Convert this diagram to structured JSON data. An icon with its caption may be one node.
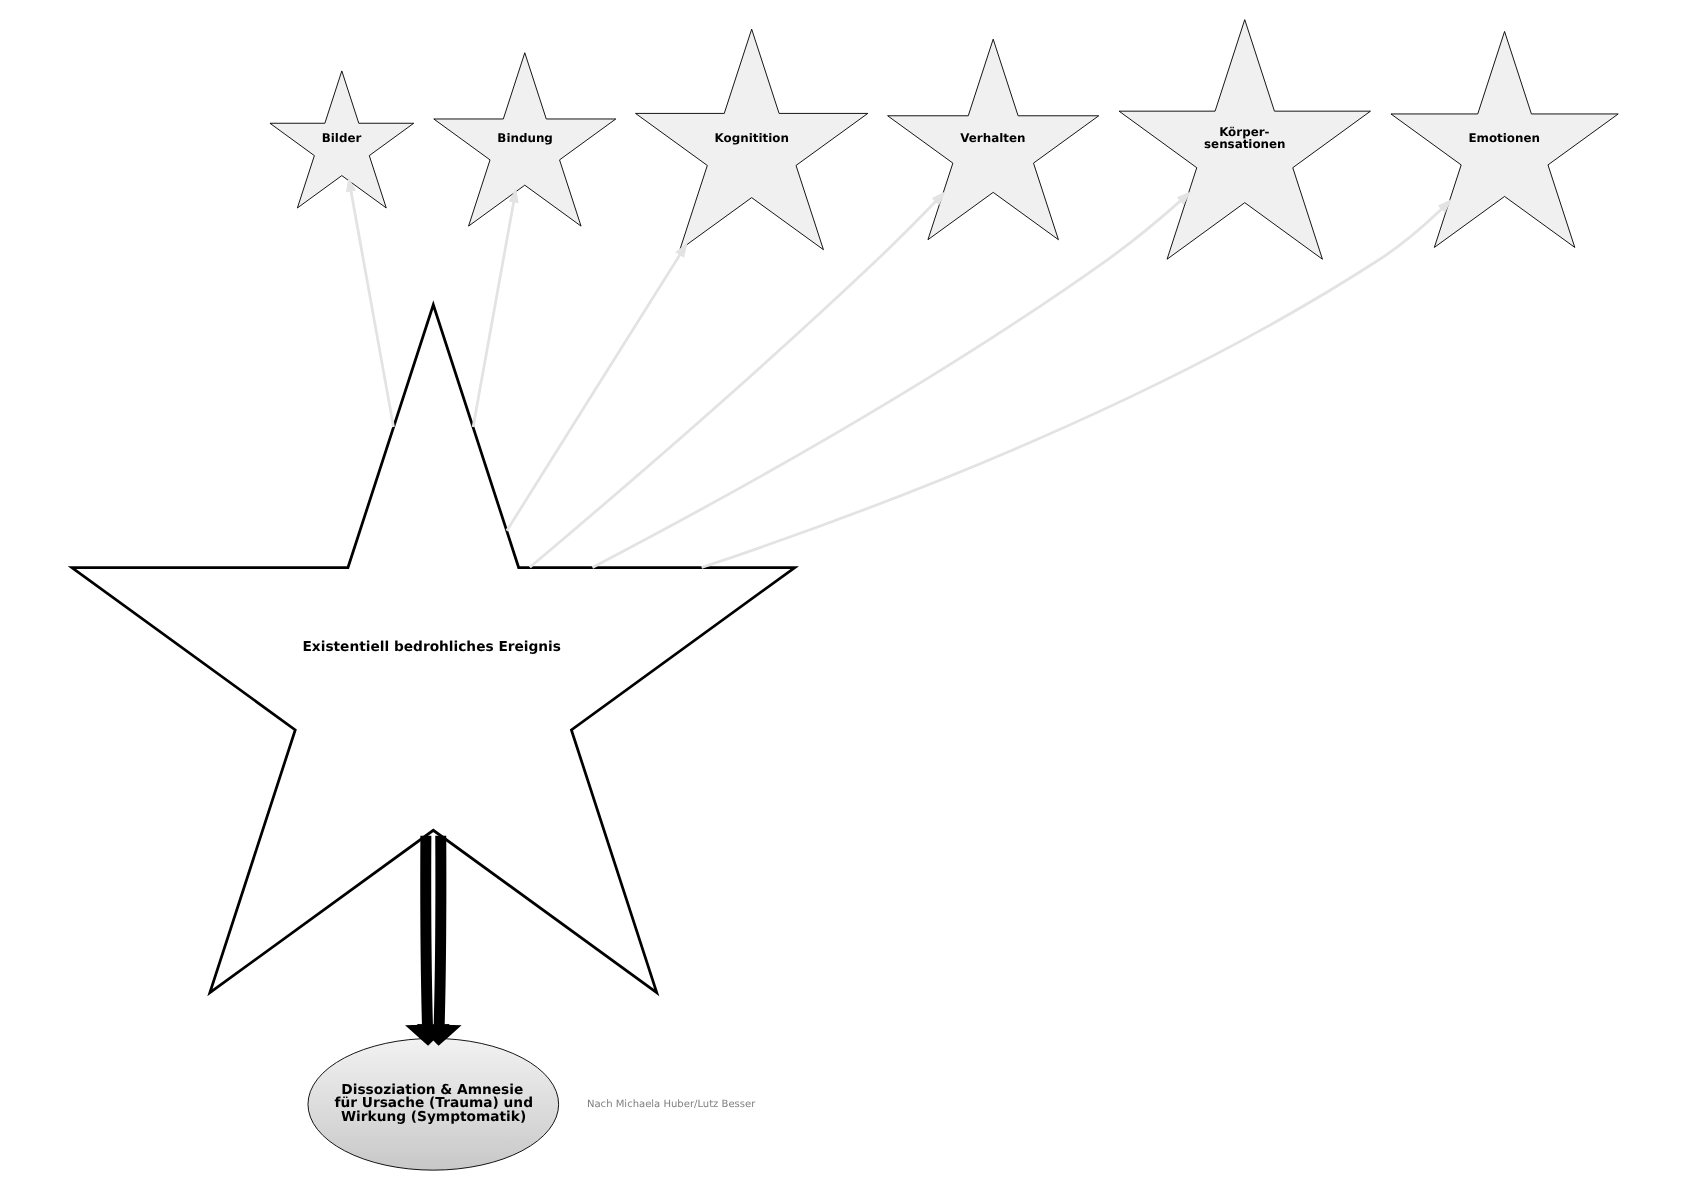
{
  "diagram": {
    "nodes": [
      {
        "text": [
          "Existentiell bedrohliches Ereignis"
        ]
      },
      {
        "text": [
          "Bilder"
        ]
      },
      {
        "text": [
          "Bindung"
        ]
      },
      {
        "text": [
          "Kognitition"
        ]
      },
      {
        "text": [
          "Verhalten"
        ]
      },
      {
        "text": [
          "Körper- sensationen"
        ]
      },
      {
        "text": [
          "Emotionen"
        ]
      },
      {
        "text": [
          "Dissoziation & Amnesie für Ursache (Trauma) und Wirkung (Symptomatik)"
        ]
      }
    ],
    "edges": [
      {
        "from": 0,
        "to": 1,
        "arrow": "to"
      },
      {
        "from": 0,
        "to": 2,
        "arrow": "to"
      },
      {
        "from": 0,
        "to": 3,
        "arrow": "to"
      },
      {
        "from": 0,
        "to": 4,
        "arrow": "to"
      },
      {
        "from": 0,
        "to": 5,
        "arrow": "to"
      },
      {
        "from": 0,
        "to": 6,
        "arrow": "to"
      },
      {
        "from": 0,
        "to": 7,
        "arrow": "to",
        "style": "thick",
        "color": "#000000"
      },
      {
        "from": 0,
        "to": 7,
        "arrow": "to",
        "style": "thick",
        "color": "#000000"
      }
    ],
    "labels": [
      "Nach Michaela Huber/Lutz Besser"
    ]
  }
}
